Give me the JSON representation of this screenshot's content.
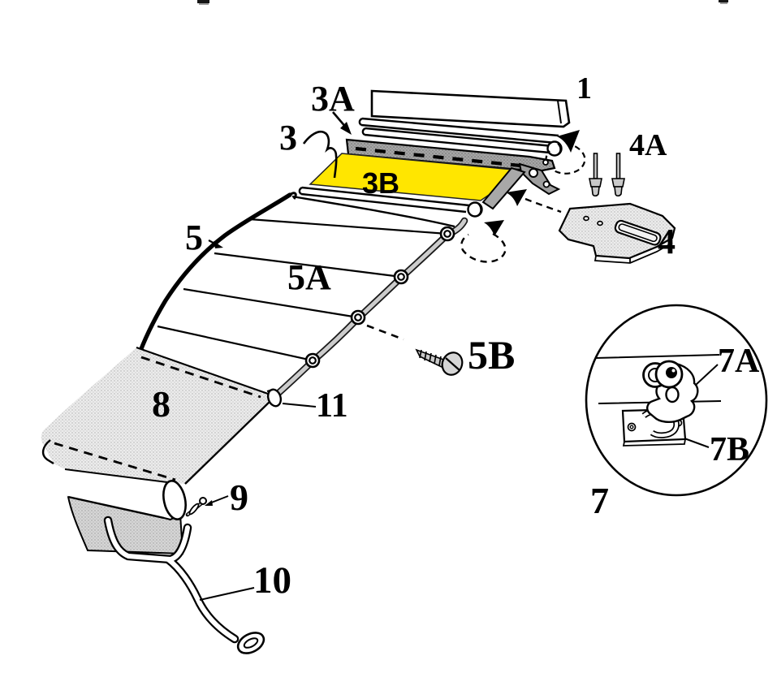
{
  "figure": {
    "type": "exploded-parts-diagram",
    "highlight": {
      "part": "3B",
      "color": "#ffe600"
    },
    "colors": {
      "paper": "#ffffff",
      "ink": "#000000",
      "stipple_light": "#ececec",
      "stipple_mid": "#d6d6d6",
      "stipple_dark": "#a6a6a6",
      "rail_gray": "#cccccc"
    },
    "labels": {
      "l1": {
        "text": "1"
      },
      "l3": {
        "text": "3"
      },
      "l3a": {
        "text": "3A"
      },
      "l3b": {
        "text": "3B"
      },
      "l4": {
        "text": "4"
      },
      "l4a": {
        "text": "4A"
      },
      "l5": {
        "text": "5"
      },
      "l5a": {
        "text": "5A"
      },
      "l5b": {
        "text": "5B"
      },
      "l7": {
        "text": "7"
      },
      "l7a": {
        "text": "7A"
      },
      "l7b": {
        "text": "7B"
      },
      "l8": {
        "text": "8"
      },
      "l9": {
        "text": "9"
      },
      "l10": {
        "text": "10"
      },
      "l11": {
        "text": "11"
      }
    }
  }
}
